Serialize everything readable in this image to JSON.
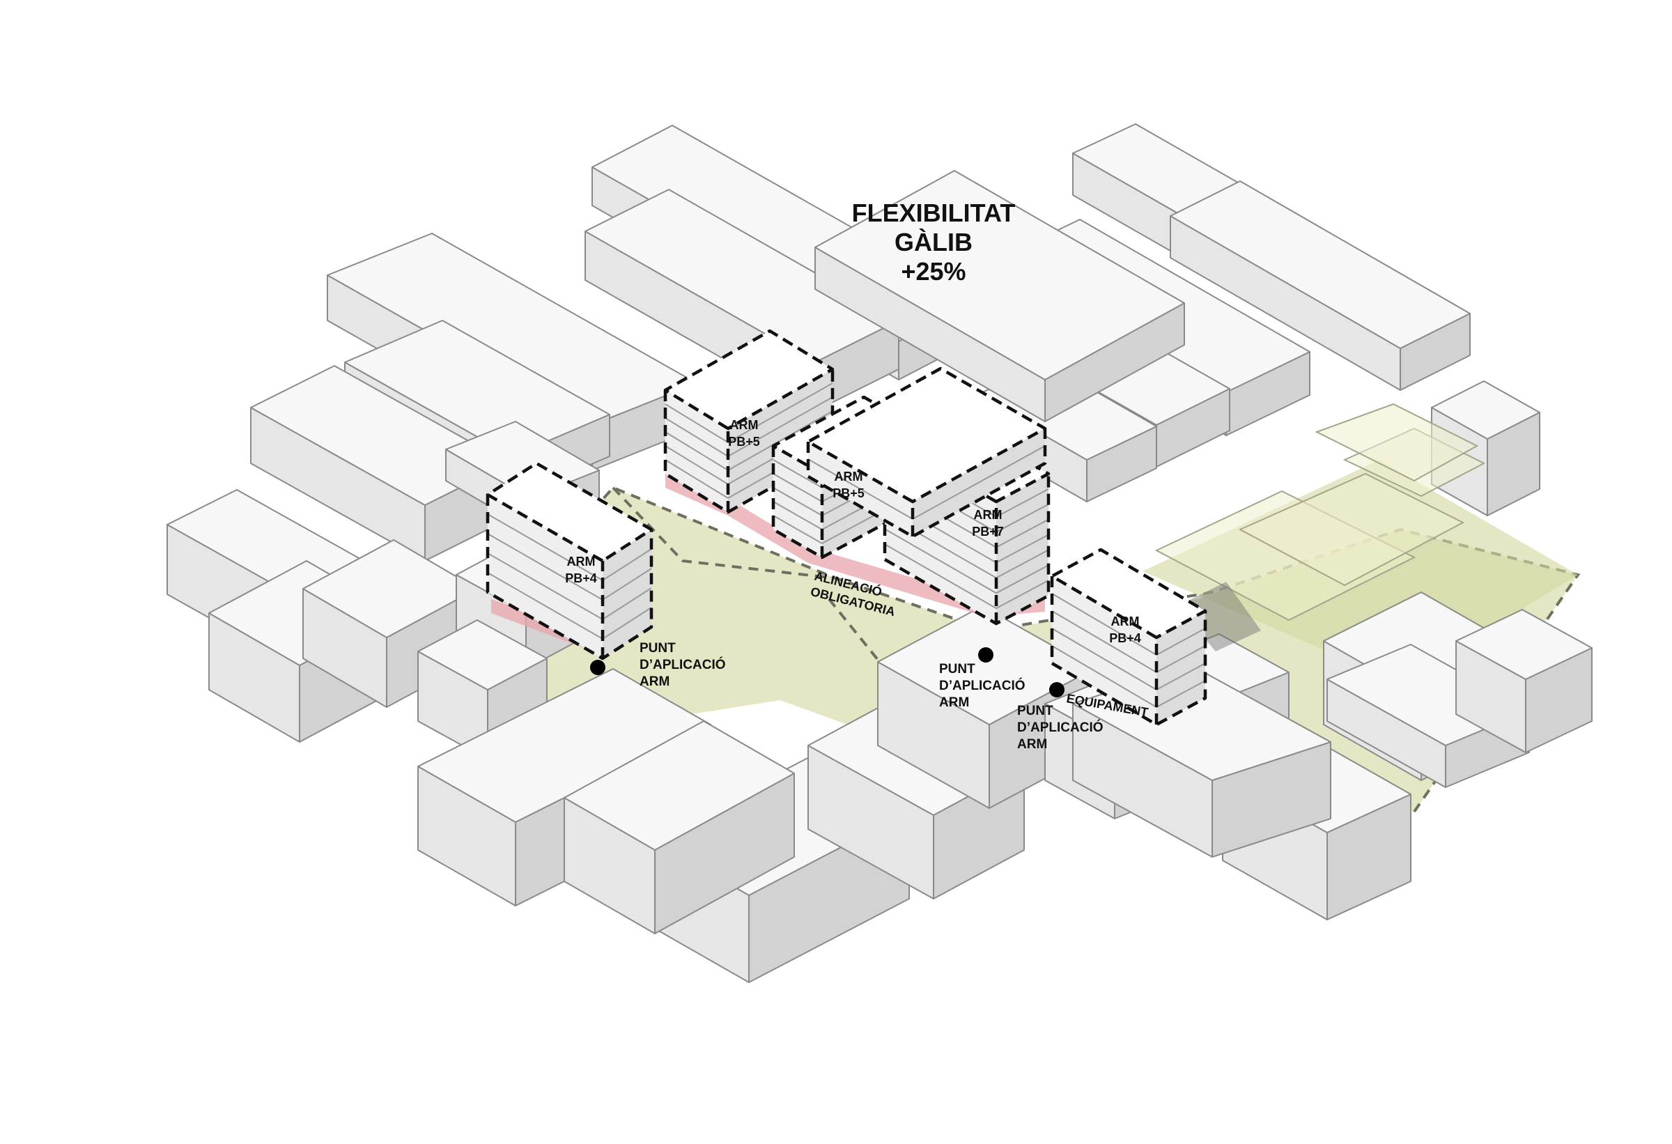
{
  "title": {
    "line1": "FLEXIBILITAT",
    "line2": "GÀLIB",
    "line3": "+25%"
  },
  "blocks": [
    {
      "line1": "ARM",
      "line2": "PB+5"
    },
    {
      "line1": "ARM",
      "line2": "PB+5"
    },
    {
      "line1": "ARM",
      "line2": "PB+7"
    },
    {
      "line1": "ARM",
      "line2": "PB+4"
    },
    {
      "line1": "ARM",
      "line2": "PB+4"
    }
  ],
  "application_points": [
    {
      "line1": "PUNT",
      "line2": "D’APLICACIÓ",
      "line3": "ARM"
    },
    {
      "line1": "PUNT",
      "line2": "D’APLICACIÓ",
      "line3": "ARM"
    },
    {
      "line1": "PUNT",
      "line2": "D’APLICACIÓ",
      "line3": "ARM"
    }
  ],
  "alignment": {
    "line1": "ALINEACIÓ",
    "line2": "OBLIGATORIA"
  },
  "facility": "EQUIPAMENT",
  "colors": {
    "plaza": "#d3d7a0",
    "mandatory_alignment": "#e7a4ab",
    "building_top": "#f7f7f7",
    "building_side_light": "#e6e6e6",
    "building_side_dark": "#d2d2d2",
    "envelope_line": "#111111"
  }
}
